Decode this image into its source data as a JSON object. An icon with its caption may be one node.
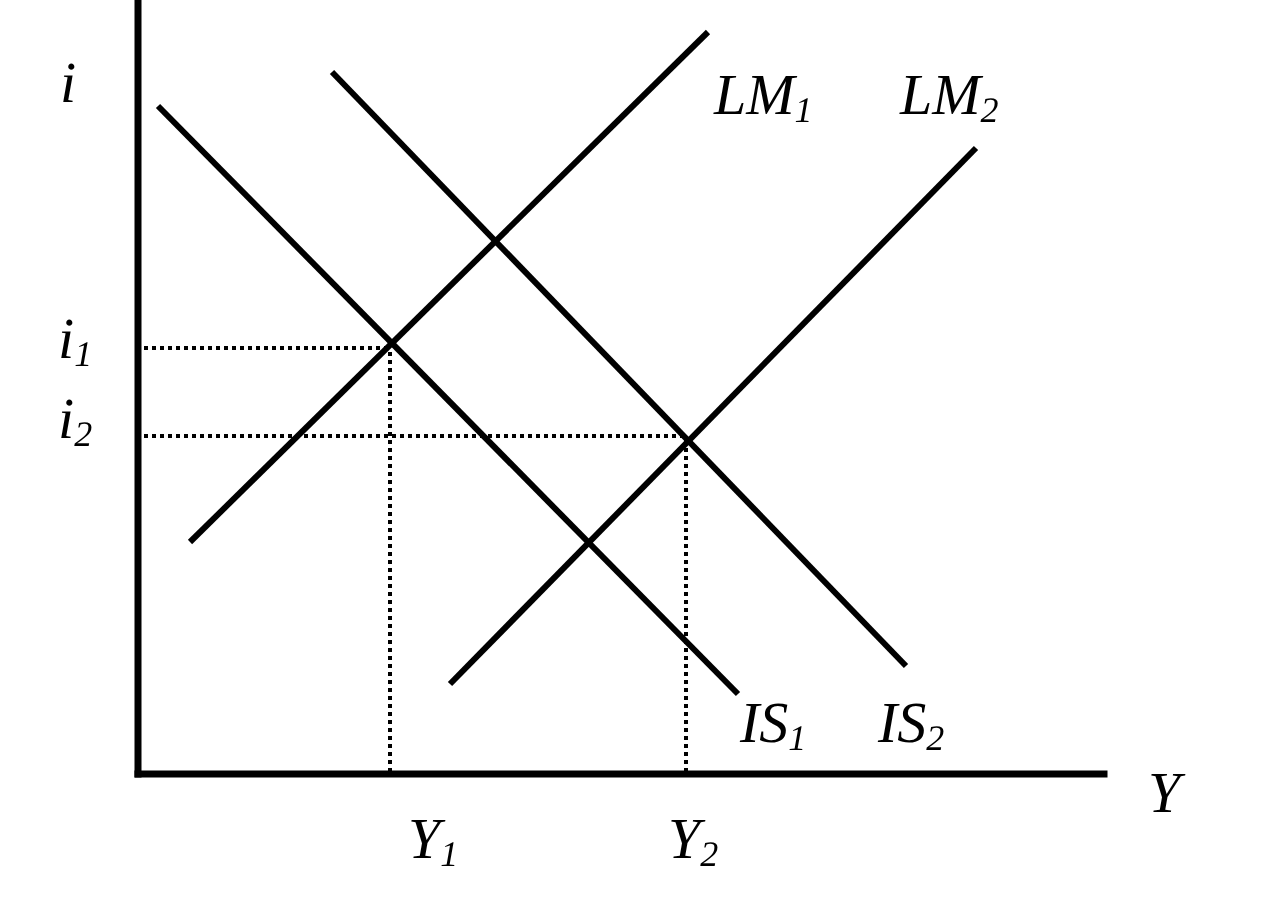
{
  "diagram": {
    "labels": [
      "i",
      "LM$_{1}$",
      "LM$_{2}$",
      "i$_{1}$",
      "i$_{2}$",
      "IS$_{1}$",
      "IS$_{2}$",
      "Y",
      "Y$_{1}$",
      "Y$_{2}$"
    ]
  }
}
